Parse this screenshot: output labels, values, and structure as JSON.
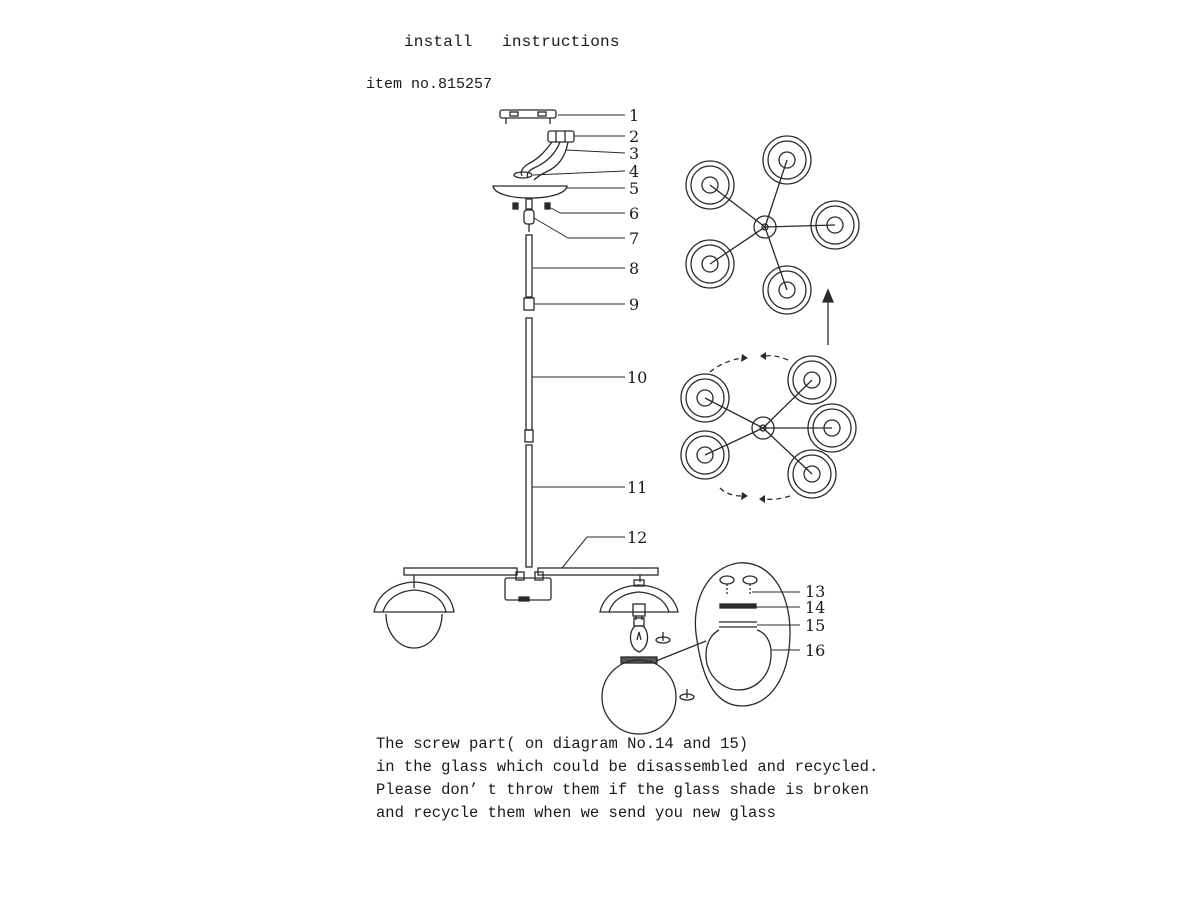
{
  "header": {
    "title": "install   instructions",
    "item_number": "item no.815257"
  },
  "callouts": [
    "1",
    "2",
    "3",
    "4",
    "5",
    "6",
    "7",
    "8",
    "9",
    "10",
    "11",
    "12",
    "13",
    "14",
    "15",
    "16"
  ],
  "notes": [
    "The screw part( on diagram No.14 and 15)",
    "in the glass which could be disassembled and recycled.",
    "Please don’ t throw them if the glass shade is broken",
    "and recycle them when we send you new glass"
  ]
}
